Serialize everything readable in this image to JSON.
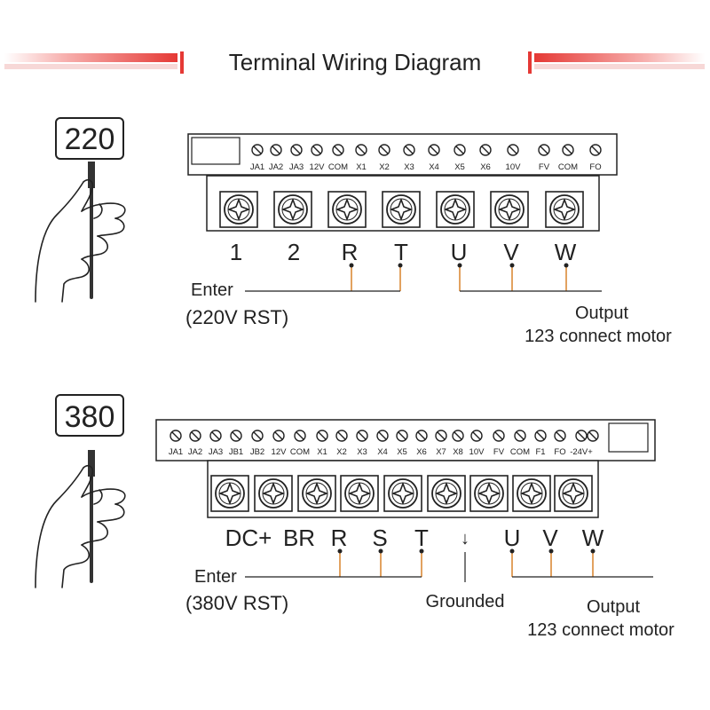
{
  "title": "Terminal Wiring Diagram",
  "colors": {
    "accent_red": "#e53935",
    "wire": "#d9822b",
    "line": "#222222"
  },
  "section_220": {
    "voltage_badge": "220",
    "control_terminals": [
      "JA1",
      "JA2",
      "JA3",
      "12V",
      "COM",
      "X1",
      "X2",
      "X3",
      "X4",
      "X5",
      "X6",
      "10V",
      "FV",
      "COM",
      "FO"
    ],
    "power_terminals": [
      "1",
      "2",
      "R",
      "T",
      "U",
      "V",
      "W"
    ],
    "input_label": "Enter",
    "input_sub": "(220V RST)",
    "output_label": "Output",
    "output_sub": "123 connect motor"
  },
  "section_380": {
    "voltage_badge": "380",
    "control_terminals": [
      "JA1",
      "JA2",
      "JA3",
      "JB1",
      "JB2",
      "12V",
      "COM",
      "X1",
      "X2",
      "X3",
      "X4",
      "X5",
      "X6",
      "X7",
      "X8",
      "10V",
      "FV",
      "COM",
      "F1",
      "FO",
      "-24V+"
    ],
    "power_terminals": [
      "DC+",
      "BR",
      "R",
      "S",
      "T",
      "↓",
      "U",
      "V",
      "W"
    ],
    "input_label": "Enter",
    "input_sub": "(380V RST)",
    "ground_label": "Grounded",
    "output_label": "Output",
    "output_sub": "123 connect motor"
  },
  "icons": [
    "hand-with-cable-icon",
    "screw-terminal-icon",
    "ground-arrow-icon"
  ]
}
